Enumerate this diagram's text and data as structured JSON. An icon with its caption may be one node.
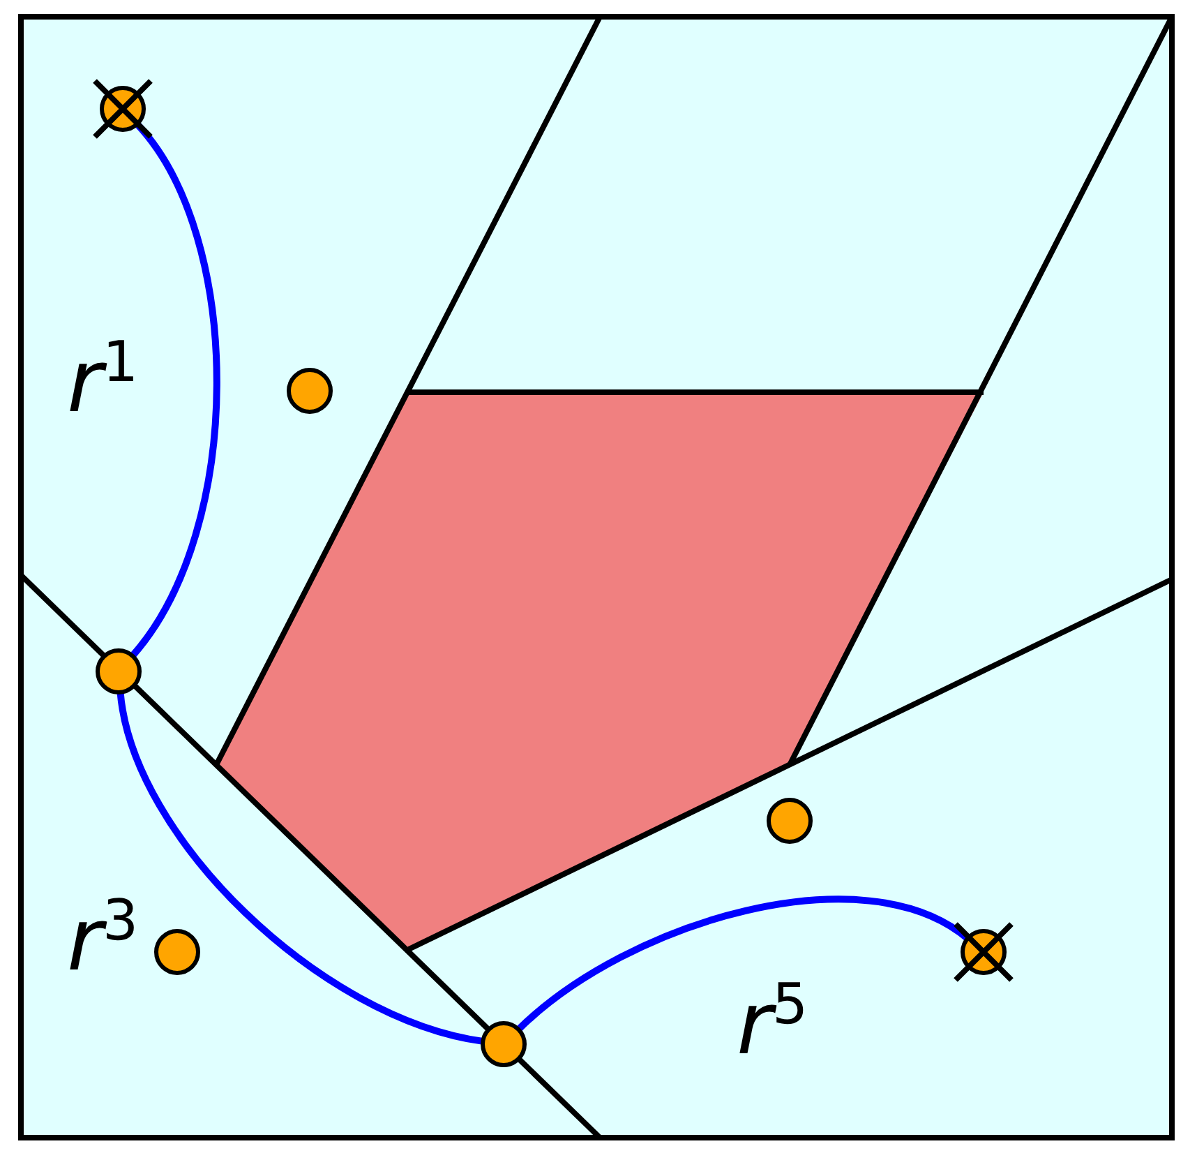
{
  "diagram": {
    "nodes": [
      {
        "text": [],
        "shape": "circle"
      },
      {
        "text": [],
        "shape": "circle"
      },
      {
        "text": [],
        "shape": "circle"
      },
      {
        "text": [],
        "shape": "circle"
      },
      {
        "text": [],
        "shape": "circle"
      },
      {
        "text": [],
        "shape": "circle"
      },
      {
        "text": [],
        "shape": "circle"
      }
    ],
    "edges": [
      {
        "from": 0,
        "to": 2,
        "arrow": "none"
      },
      {
        "from": 2,
        "to": 6,
        "arrow": "none"
      },
      {
        "from": 6,
        "to": 4,
        "arrow": "none"
      }
    ],
    "labels": [
      "*r*$^{1}$",
      "*r*$^{3}$",
      "*r*$^{5}$"
    ]
  }
}
